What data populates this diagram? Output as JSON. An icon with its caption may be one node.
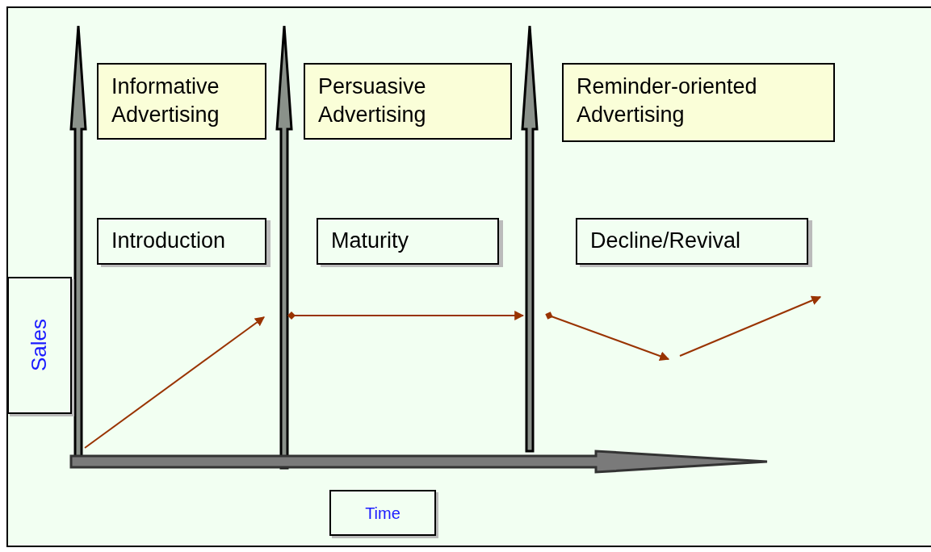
{
  "diagram": {
    "nodes": [
      {
        "text": [
          "Informative Advertising"
        ]
      },
      {
        "text": [
          "Persuasive Advertising"
        ]
      },
      {
        "text": [
          "Reminder-oriented Advertising"
        ]
      },
      {
        "text": [
          "Introduction"
        ]
      },
      {
        "text": [
          "Maturity"
        ]
      },
      {
        "text": [
          "Decline/Revival"
        ]
      },
      {
        "text": [
          "Sales"
        ]
      },
      {
        "text": [
          "Time"
        ]
      }
    ]
  }
}
